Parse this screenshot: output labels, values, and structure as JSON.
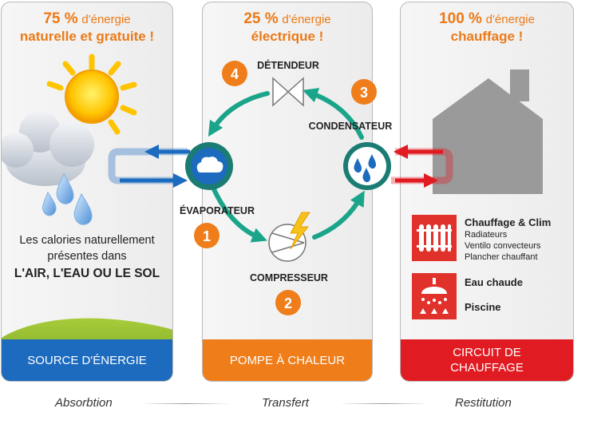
{
  "left": {
    "pct": "75 %",
    "pct_suffix": "d'énergie",
    "line2": "naturelle et gratuite !",
    "text1": "Les calories naturellement",
    "text2": "présentes dans",
    "text3": "L'AIR, L'EAU OU LE SOL",
    "footer": "SOURCE D'ÉNERGIE"
  },
  "middle": {
    "pct": "25 %",
    "pct_suffix": "d'énergie",
    "line2": "électrique !",
    "footer": "POMPE À CHALEUR",
    "components": {
      "detendeur": "DÉTENDEUR",
      "condensateur": "CONDENSATEUR",
      "evaporateur": "ÉVAPORATEUR",
      "compresseur": "COMPRESSEUR"
    },
    "steps": [
      "1",
      "2",
      "3",
      "4"
    ]
  },
  "right": {
    "pct": "100 %",
    "pct_suffix": "d'énergie",
    "line2": "chauffage !",
    "heating_title": "Chauffage & Clim",
    "heating_items": [
      "Radiateurs",
      "Ventilo convecteurs",
      "Plancher chauffant"
    ],
    "water1": "Eau chaude",
    "water2": "Piscine",
    "footer_line1": "CIRCUIT DE",
    "footer_line2": "CHAUFFAGE"
  },
  "bottom": {
    "absorption": "Absorbtion",
    "transfer": "Transfert",
    "restitution": "Restitution"
  },
  "colors": {
    "orange": "#ef7d1a",
    "blue": "#1c6bbf",
    "red": "#e11b22",
    "teal": "#1aa58a"
  }
}
